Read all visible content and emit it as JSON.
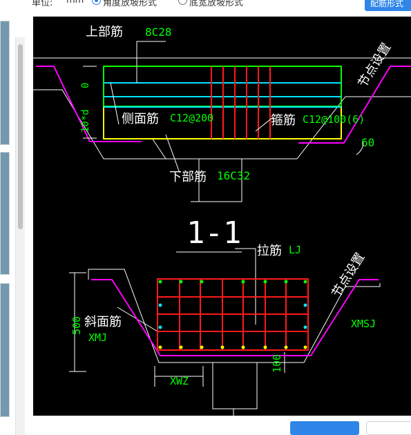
{
  "toolbar": {
    "unit_label": "单位:",
    "unit_value": "mm",
    "option_1": "角度放坡形式",
    "option_2": "底宽放坡形式",
    "option_1_selected": true,
    "action_button": "配筋形式"
  },
  "drawing": {
    "section_title": "1-1",
    "top_rebar_label": "上部筋",
    "top_rebar_value": "8C28",
    "side_rebar_label": "侧面筋",
    "side_rebar_value": "C12@200",
    "stirrup_label": "箍筋",
    "stirrup_value": "C12@100(6)",
    "bottom_rebar_label": "下部筋",
    "bottom_rebar_value": "16C32",
    "node_setting_1": "节点设置",
    "node_setting_2": "节点设置",
    "dim_top_left": "0",
    "dim_side_left": "10*d",
    "angle_value": "60",
    "tie_label": "拉筋",
    "tie_value": "LJ",
    "slope_rebar_label": "斜面筋",
    "slope_rebar_value": "XMJ",
    "xmsj_label": "XMSJ",
    "xwz_label": "XWZ",
    "dim_500": "500",
    "dim_100": "100"
  },
  "colors": {
    "green": "#00ff00",
    "cyan": "#00e5ff",
    "yellow": "#ffff00",
    "red": "#ff1a1a",
    "magenta": "#ff00ff",
    "white": "#ffffff"
  }
}
